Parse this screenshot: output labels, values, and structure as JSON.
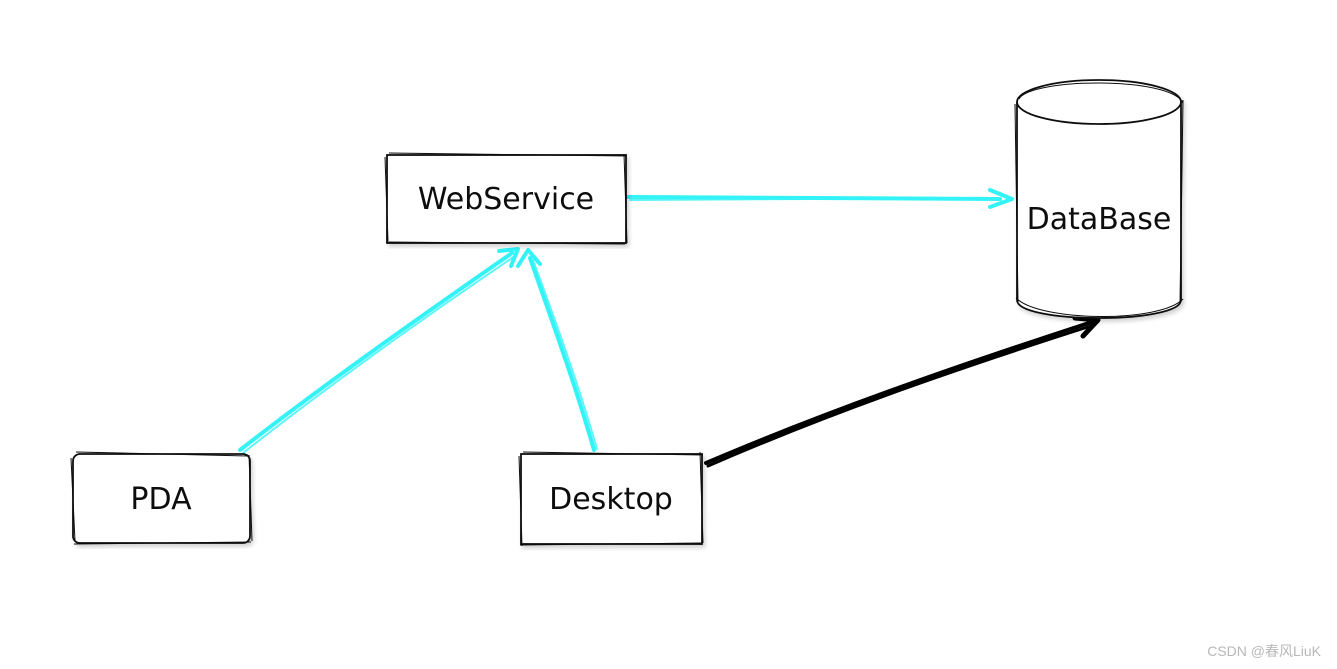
{
  "nodes": {
    "webservice": "WebService",
    "database": "DataBase",
    "pda": "PDA",
    "desktop": "Desktop"
  },
  "edges": [
    {
      "from": "webservice",
      "to": "database",
      "color": "#33f3f7"
    },
    {
      "from": "pda",
      "to": "webservice",
      "color": "#33f3f7"
    },
    {
      "from": "desktop",
      "to": "webservice",
      "color": "#33f3f7"
    },
    {
      "from": "desktop",
      "to": "database",
      "color": "#000000"
    }
  ],
  "colors": {
    "arrow_accent": "#33f3f7",
    "arrow_dark": "#000000",
    "stroke": "#111111"
  },
  "watermark": "CSDN @春风LiuK"
}
